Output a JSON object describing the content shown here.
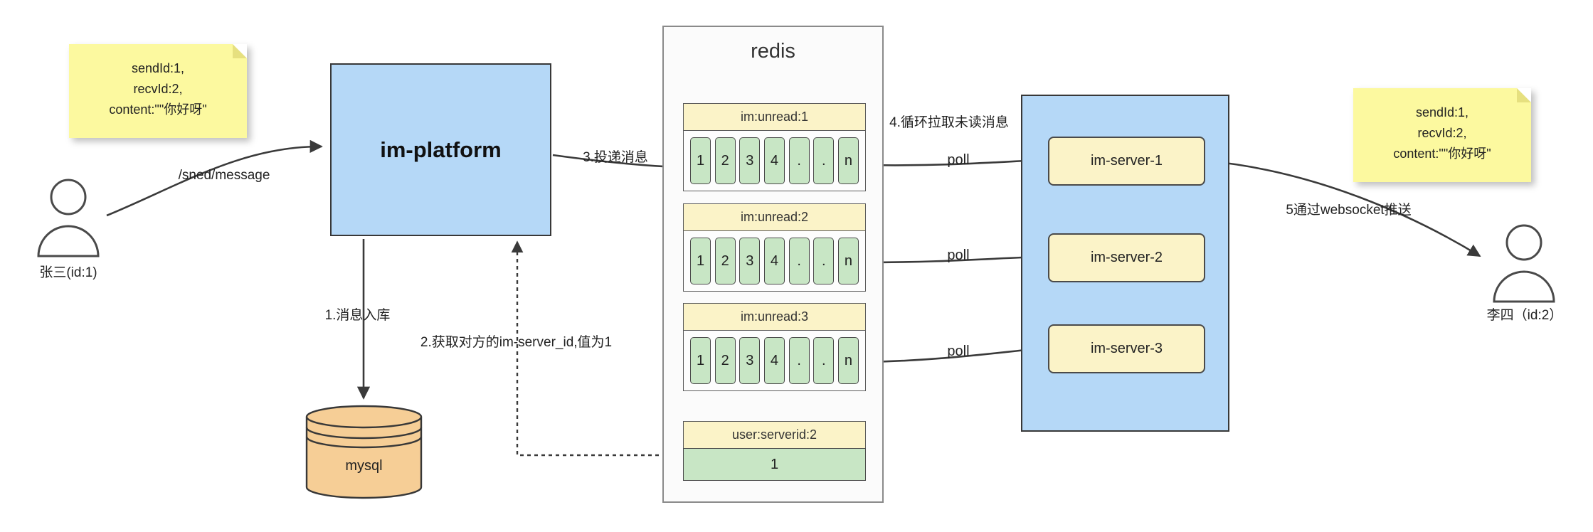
{
  "diagram": {
    "actors": {
      "sender": "张三(id:1)",
      "receiver": "李四（id:2）"
    },
    "notes": {
      "sender": {
        "line1": "sendId:1,",
        "line2": "recvId:2,",
        "line3": "content:\"\"你好呀\""
      },
      "receiver": {
        "line1": "sendId:1,",
        "line2": "recvId:2,",
        "line3": "content:\"\"你好呀\""
      }
    },
    "platform": {
      "label": "im-platform"
    },
    "database": {
      "label": "mysql"
    },
    "redis": {
      "title": "redis",
      "queues": [
        {
          "name": "im:unread:1",
          "cells": [
            "1",
            "2",
            "3",
            "4",
            ".",
            ".",
            "n"
          ]
        },
        {
          "name": "im:unread:2",
          "cells": [
            "1",
            "2",
            "3",
            "4",
            ".",
            ".",
            "n"
          ]
        },
        {
          "name": "im:unread:3",
          "cells": [
            "1",
            "2",
            "3",
            "4",
            ".",
            ".",
            "n"
          ]
        }
      ],
      "kv": {
        "name": "user:serverid:2",
        "value": "1"
      }
    },
    "servers": [
      "im-server-1",
      "im-server-2",
      "im-server-3"
    ],
    "labels": {
      "send_api": "/sned/message",
      "step1": "1.消息入库",
      "step2": "2.获取对方的im-server_id,值为1",
      "step3": "3.投递消息",
      "step4": "4.循环拉取未读消息",
      "step5": "5通过websocket推送",
      "poll": "poll"
    }
  }
}
